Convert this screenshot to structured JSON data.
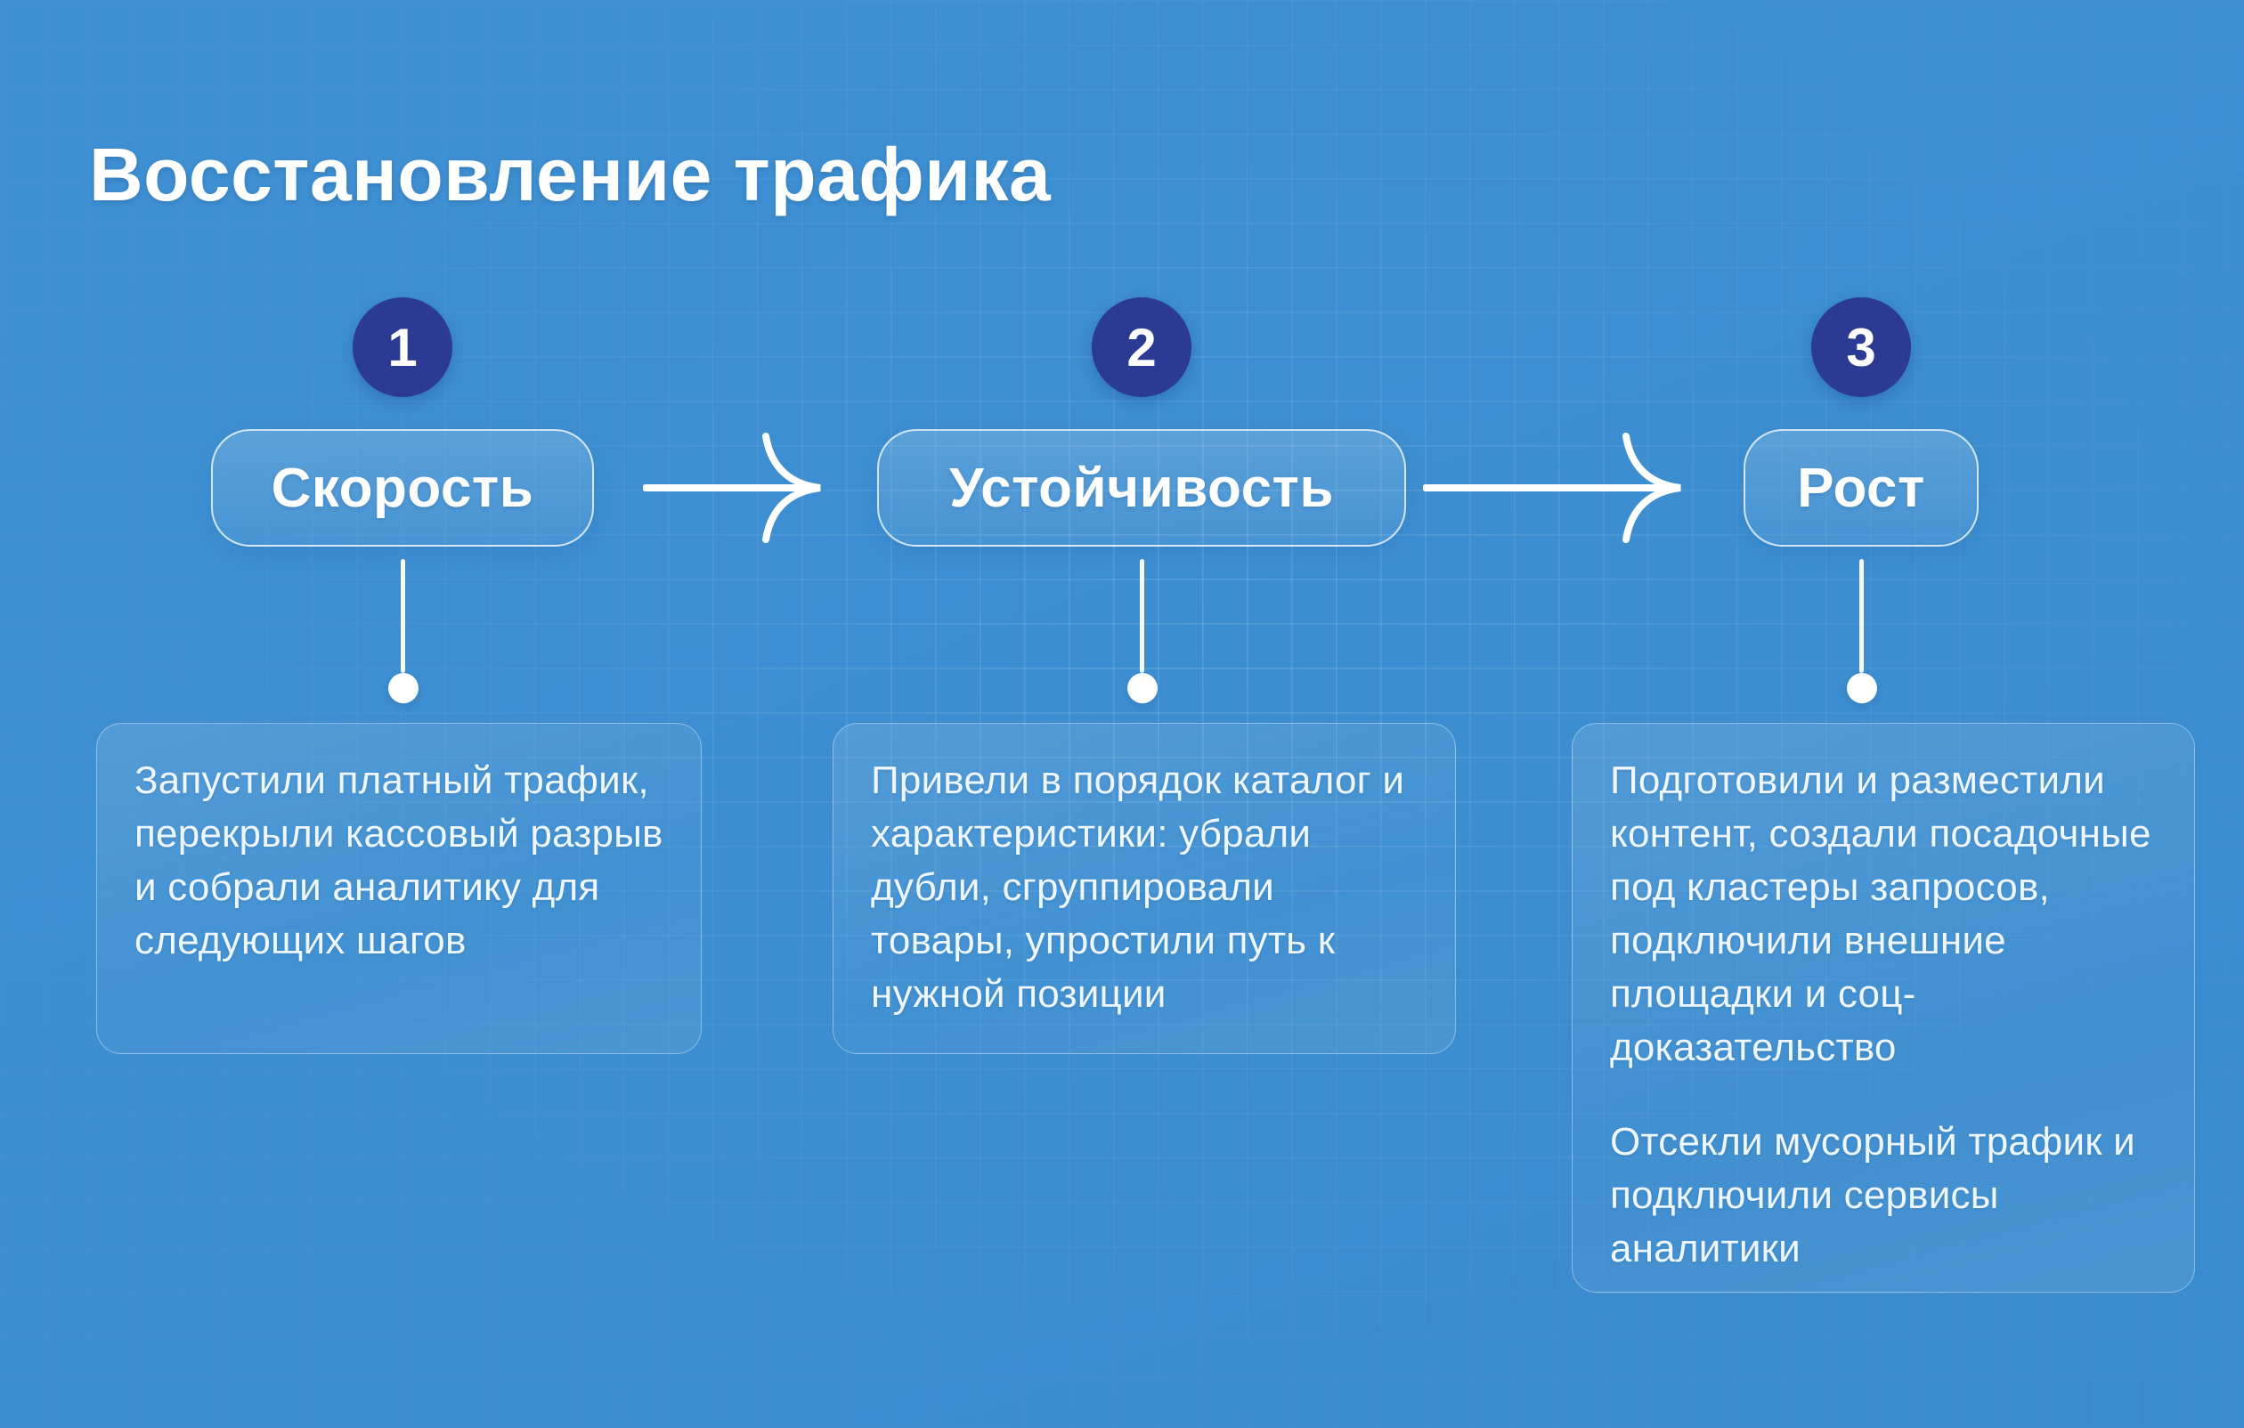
{
  "title": "Восстановление трафика",
  "colors": {
    "background": "#3e8ed0",
    "badge": "#2b3a92",
    "text": "#ffffff",
    "grid_line": "rgba(255,255,255,0.16)"
  },
  "steps": [
    {
      "number": "1",
      "label": "Скорость",
      "paragraphs": [
        "Запустили платный трафик, перекрыли кассовый разрыв и собрали аналитику для следующих шагов"
      ]
    },
    {
      "number": "2",
      "label": "Устойчивость",
      "paragraphs": [
        "Привели в порядок каталог и характеристики: убрали дубли, сгруппировали товары, упростили путь к нужной позиции"
      ]
    },
    {
      "number": "3",
      "label": "Рост",
      "paragraphs": [
        "Подготовили и разместили контент, создали посадочные под кластеры запросов, подключили внешние площадки и соц-доказательство",
        "Отсекли мусорный трафик и подключили сервисы аналитики"
      ]
    }
  ]
}
